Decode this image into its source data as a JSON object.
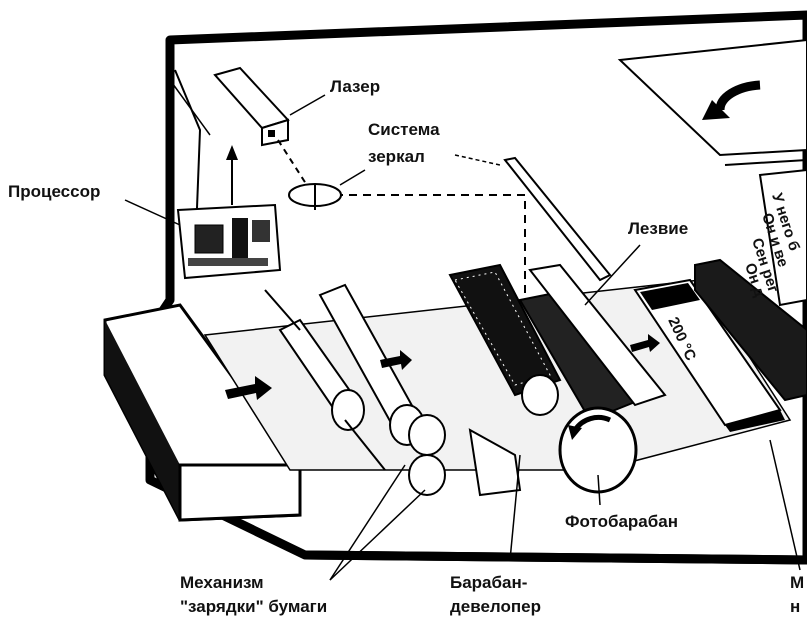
{
  "labels": {
    "laser": "Лазер",
    "mirror_line1": "Система",
    "mirror_line2": "зеркал",
    "processor": "Процессор",
    "blade": "Лезвие",
    "photodrum": "Фотобарабан",
    "charging_line1": "Механизм",
    "charging_line2": "\"зарядки\" бумаги",
    "developer_line1": "Барабан-",
    "developer_line2": "девелопер",
    "cut_right_line1": "М",
    "cut_right_line2": "н",
    "fuser_temp": "200 °C"
  },
  "paper_text": [
    "У него б",
    "Он и ве",
    "Сен рег",
    "Он д"
  ]
}
